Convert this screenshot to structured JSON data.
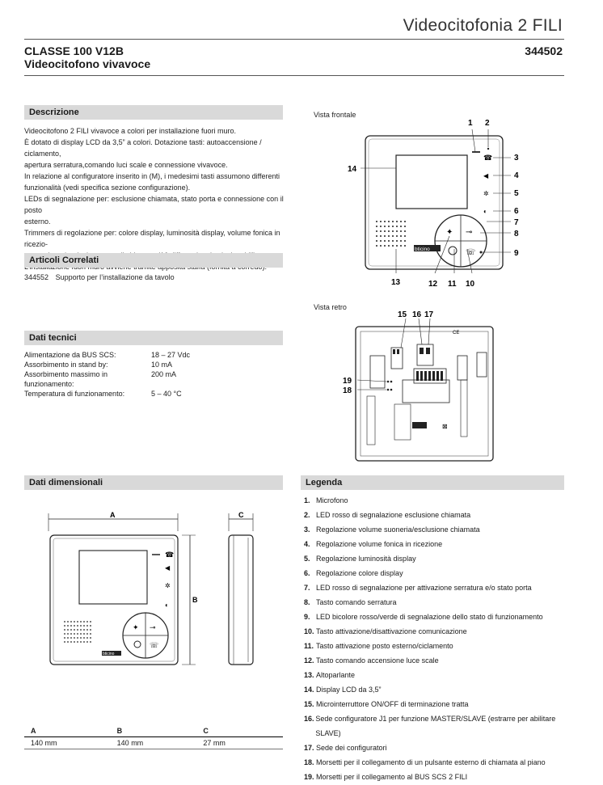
{
  "header": {
    "category": "Videocitofonia 2 FILI",
    "model": "CLASSE 100 V12B",
    "subtitle": "Videocitofono vivavoce",
    "code": "344502"
  },
  "descrizione": {
    "title": "Descrizione",
    "lines": [
      "Videocitofono 2 FILI vivavoce a colori per installazione fuori muro.",
      "È dotato di display LCD da 3,5” a colori. Dotazione tasti: autoaccensione / ciclamento,",
      "apertura serratura,comando luci scale e connessione vivavoce.",
      "In relazione al configuratore inserito in (M), i medesimi tasti assumono differenti",
      "funzionalità (vedi specifica sezione configurazione).",
      "LEDs di segnalazione per: esclusione chiamata, stato porta e connessione con il posto",
      "esterno.",
      "Trimmers di regolazione per: colore display, luminosità display, volume fonica in ricezio-",
      "ne e volume/esclusione tono di chiamata (16 differenti toni selezionabili).",
      "L’installazione fuori muro avviene tramite apposita staffa (fornita a corredo)."
    ]
  },
  "articoli": {
    "title": "Articoli Correlati",
    "items": [
      {
        "code": "344552",
        "text": "Supporto per l’installazione da tavolo"
      }
    ]
  },
  "dati_tecnici": {
    "title": "Dati tecnici",
    "rows": [
      {
        "k": "Alimentazione da BUS SCS:",
        "v": "18 – 27 Vdc"
      },
      {
        "k": "Assorbimento in stand by:",
        "v": "10 mA"
      },
      {
        "k": "Assorbimento massimo in funzionamento:",
        "v": "200 mA"
      },
      {
        "k": "Temperatura di funzionamento:",
        "v": "5 – 40 °C"
      }
    ]
  },
  "dati_dimensionali": {
    "title": "Dati dimensionali",
    "label_a": "A",
    "label_b": "B",
    "label_c": "C",
    "headers": [
      "A",
      "B",
      "C"
    ],
    "values": [
      "140 mm",
      "140 mm",
      "27 mm"
    ]
  },
  "vista_frontale": {
    "caption": "Vista frontale",
    "nums": [
      "1",
      "2",
      "3",
      "4",
      "5",
      "6",
      "7",
      "8",
      "9",
      "10",
      "11",
      "12",
      "13",
      "14"
    ]
  },
  "vista_retro": {
    "caption": "Vista retro",
    "nums": [
      "15",
      "16",
      "17",
      "18",
      "19"
    ]
  },
  "brand": "bticino",
  "legenda": {
    "title": "Legenda",
    "items": [
      {
        "n": "1.",
        "t": "Microfono"
      },
      {
        "n": "2.",
        "t": "LED rosso di segnalazione esclusione chiamata"
      },
      {
        "n": "3.",
        "t": "Regolazione volume suoneria/esclusione chiamata"
      },
      {
        "n": "4.",
        "t": "Regolazione volume fonica in ricezione"
      },
      {
        "n": "5.",
        "t": "Regolazione luminosità display"
      },
      {
        "n": "6.",
        "t": "Regolazione colore display"
      },
      {
        "n": "7.",
        "t": "LED rosso di segnalazione per attivazione serratura e/o stato porta"
      },
      {
        "n": "8.",
        "t": "Tasto comando serratura"
      },
      {
        "n": "9.",
        "t": "LED bicolore rosso/verde di segnalazione dello stato di funzionamento"
      },
      {
        "n": "10.",
        "t": "Tasto attivazione/disattivazione comunicazione"
      },
      {
        "n": "11.",
        "t": "Tasto attivazione posto esterno/ciclamento"
      },
      {
        "n": "12.",
        "t": "Tasto comando accensione luce scale"
      },
      {
        "n": "13.",
        "t": "Altoparlante"
      },
      {
        "n": "14.",
        "t": "Display LCD da 3,5”"
      },
      {
        "n": "15.",
        "t": "Microinterruttore ON/OFF di terminazione tratta"
      },
      {
        "n": "16.",
        "t": "Sede configuratore J1 per funzione MASTER/SLAVE (estrarre per abilitare SLAVE)"
      },
      {
        "n": "17.",
        "t": "Sede dei configuratori"
      },
      {
        "n": "18.",
        "t": "Morsetti per il collegamento di un pulsante esterno di chiamata al piano"
      },
      {
        "n": "19.",
        "t": "Morsetti per il collegamento al BUS SCS 2 FILI"
      }
    ]
  }
}
